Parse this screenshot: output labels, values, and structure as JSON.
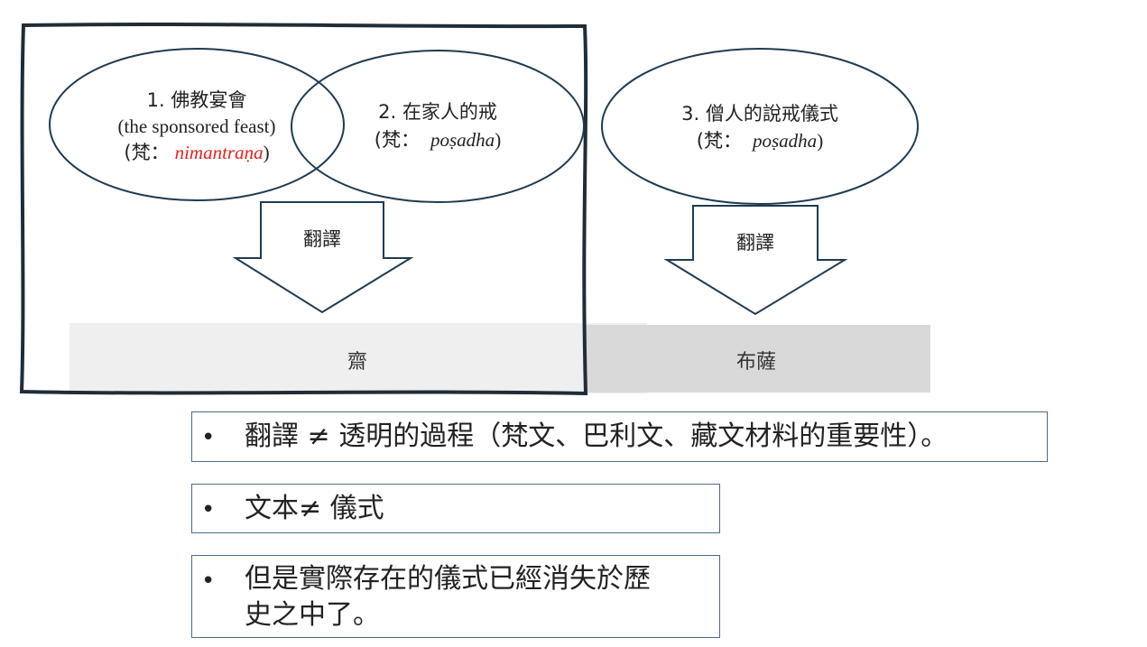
{
  "ellipses": {
    "e1": {
      "line1": "1. 佛教宴會",
      "line2": "(the sponsored feast)",
      "line3_prefix": "(梵：",
      "line3_term": "nimantraṇa",
      "line3_suffix": ")"
    },
    "e2": {
      "line1": "2. 在家人的戒",
      "line2_prefix": "(梵：",
      "line2_term": "poṣadha",
      "line2_suffix": ")"
    },
    "e3": {
      "line1": "3. 僧人的說戒儀式",
      "line2_prefix": "(梵：",
      "line2_term": "poṣadha",
      "line2_suffix": ")"
    }
  },
  "arrows": {
    "left_label": "翻譯",
    "right_label": "翻譯"
  },
  "bars": {
    "left_label": "齋",
    "right_label": "布薩"
  },
  "bullets": [
    {
      "marker": "•",
      "text": "翻譯 ≠ 透明的過程（梵文、巴利文、藏文材料的重要性）。"
    },
    {
      "marker": "•",
      "text": "文本≠ 儀式"
    },
    {
      "marker": "•",
      "text_line1": "但是實際存在的儀式已經消失於歷",
      "text_line2": "史之中了。"
    }
  ],
  "colors": {
    "outline": "#1f3b50",
    "highlight_red": "#e8201e",
    "bar_light": "#efefef",
    "bar_dark": "#d9d9d9"
  }
}
